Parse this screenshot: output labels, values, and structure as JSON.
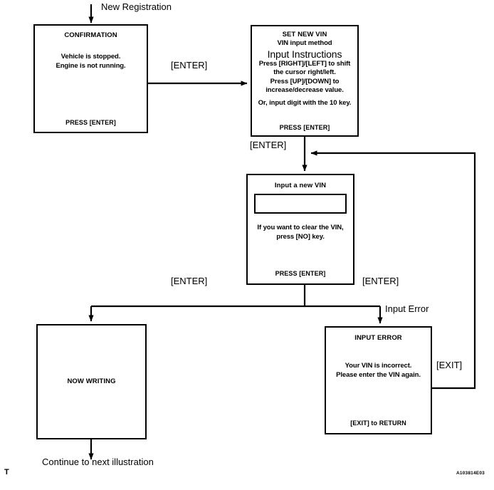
{
  "figure": {
    "corner_mark": "T",
    "code": "A103814E03"
  },
  "entry": {
    "label": "New Registration"
  },
  "exit": {
    "label": "Continue to next illustration"
  },
  "nodes": {
    "confirmation": {
      "title": "CONFIRMATION",
      "lines": [
        "Vehicle is stopped.",
        "Engine is not running."
      ],
      "footer": "PRESS [ENTER]"
    },
    "set_new_vin": {
      "title": "SET NEW VIN",
      "subtitle": "VIN input method",
      "heading": "Input Instructions",
      "lines": [
        "Press [RIGHT]/[LEFT] to shift",
        "the cursor right/left.",
        "Press [UP]/[DOWN]  to",
        "increase/decrease value."
      ],
      "note": "Or, input digit with the 10 key.",
      "footer": "PRESS [ENTER]"
    },
    "input_vin": {
      "title": "Input a new VIN",
      "field_value": "",
      "field_placeholder": "",
      "lines": [
        "If you want to clear the VIN,",
        "press [NO] key."
      ],
      "footer": "PRESS [ENTER]"
    },
    "now_writing": {
      "title": "NOW WRITING"
    },
    "input_error": {
      "title": "INPUT  ERROR",
      "lines": [
        "Your VIN is incorrect.",
        "Please enter the VIN again."
      ],
      "footer": "[EXIT] to RETURN"
    }
  },
  "edges": {
    "confirmation_to_setvin": "[ENTER]",
    "setvin_to_inputvin": "[ENTER]",
    "inputvin_to_writing": "[ENTER]",
    "inputvin_to_error": "[ENTER]",
    "error_branch": "Input Error",
    "error_return": "[EXIT]"
  },
  "colors": {
    "stroke": "#000000",
    "background": "#ffffff",
    "text": "#000000"
  }
}
